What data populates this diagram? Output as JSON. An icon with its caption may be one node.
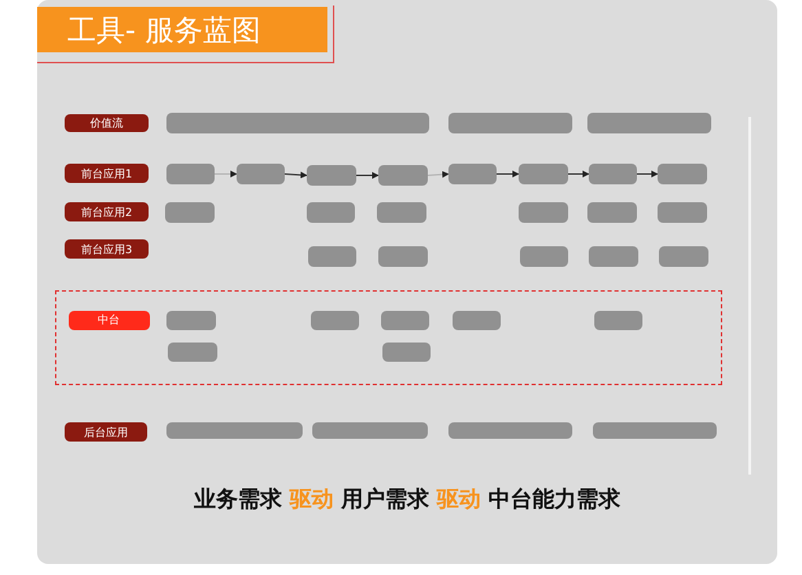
{
  "diagram": {
    "title": "工具- 服务蓝图",
    "caption": "业务需求 *驱动* 用户需求 *驱动* 中台能力需求",
    "nodes": [
      {
        "text": [
          "价值流"
        ]
      },
      {
        "text": [],
        "shape": "box"
      },
      {
        "text": [],
        "shape": "box"
      },
      {
        "text": [],
        "shape": "box"
      },
      {
        "text": [
          "前台应用1"
        ]
      },
      {
        "text": [],
        "shape": "box"
      },
      {
        "text": [],
        "shape": "box"
      },
      {
        "text": [],
        "shape": "box"
      },
      {
        "text": [],
        "shape": "box"
      },
      {
        "text": [],
        "shape": "box"
      },
      {
        "text": [],
        "shape": "box"
      },
      {
        "text": [],
        "shape": "box"
      },
      {
        "text": [],
        "shape": "box"
      },
      {
        "text": [
          "前台应用2"
        ]
      },
      {
        "text": [],
        "shape": "box"
      },
      {
        "text": [],
        "shape": "box"
      },
      {
        "text": [],
        "shape": "box"
      },
      {
        "text": [],
        "shape": "box"
      },
      {
        "text": [],
        "shape": "box"
      },
      {
        "text": [],
        "shape": "box"
      },
      {
        "text": [
          "前台应用3"
        ]
      },
      {
        "text": [],
        "shape": "box"
      },
      {
        "text": [],
        "shape": "box"
      },
      {
        "text": [],
        "shape": "box"
      },
      {
        "text": [],
        "shape": "box"
      },
      {
        "text": [],
        "shape": "box"
      },
      {
        "text": [],
        "shape": "box"
      },
      {
        "text": [
          "中台"
        ],
        "in": 26
      },
      {
        "text": [],
        "shape": "box",
        "in": 26
      },
      {
        "text": [],
        "shape": "box",
        "in": 26
      },
      {
        "text": [],
        "shape": "box",
        "in": 26
      },
      {
        "text": [],
        "shape": "box",
        "in": 26
      },
      {
        "text": [],
        "shape": "box",
        "in": 26
      },
      {
        "text": [],
        "shape": "box",
        "in": 26
      },
      {
        "text": [],
        "shape": "box",
        "in": 26
      },
      {
        "text": [
          "后台应用"
        ]
      },
      {
        "text": [],
        "shape": "box"
      },
      {
        "text": [],
        "shape": "box"
      },
      {
        "text": [],
        "shape": "box"
      },
      {
        "text": [],
        "shape": "box"
      }
    ],
    "edges": [
      {
        "from": 5,
        "to": 6,
        "arrow": "to",
        "color": "#b4b4b4"
      },
      {
        "from": 6,
        "to": 7,
        "arrow": "to"
      },
      {
        "from": 7,
        "to": 8,
        "arrow": "to"
      },
      {
        "from": 8,
        "to": 9,
        "arrow": "to",
        "color": "#b4b4b4"
      },
      {
        "from": 9,
        "to": 10,
        "arrow": "to"
      },
      {
        "from": 10,
        "to": 11,
        "arrow": "to"
      },
      {
        "from": 11,
        "to": 12,
        "arrow": "to"
      }
    ]
  }
}
